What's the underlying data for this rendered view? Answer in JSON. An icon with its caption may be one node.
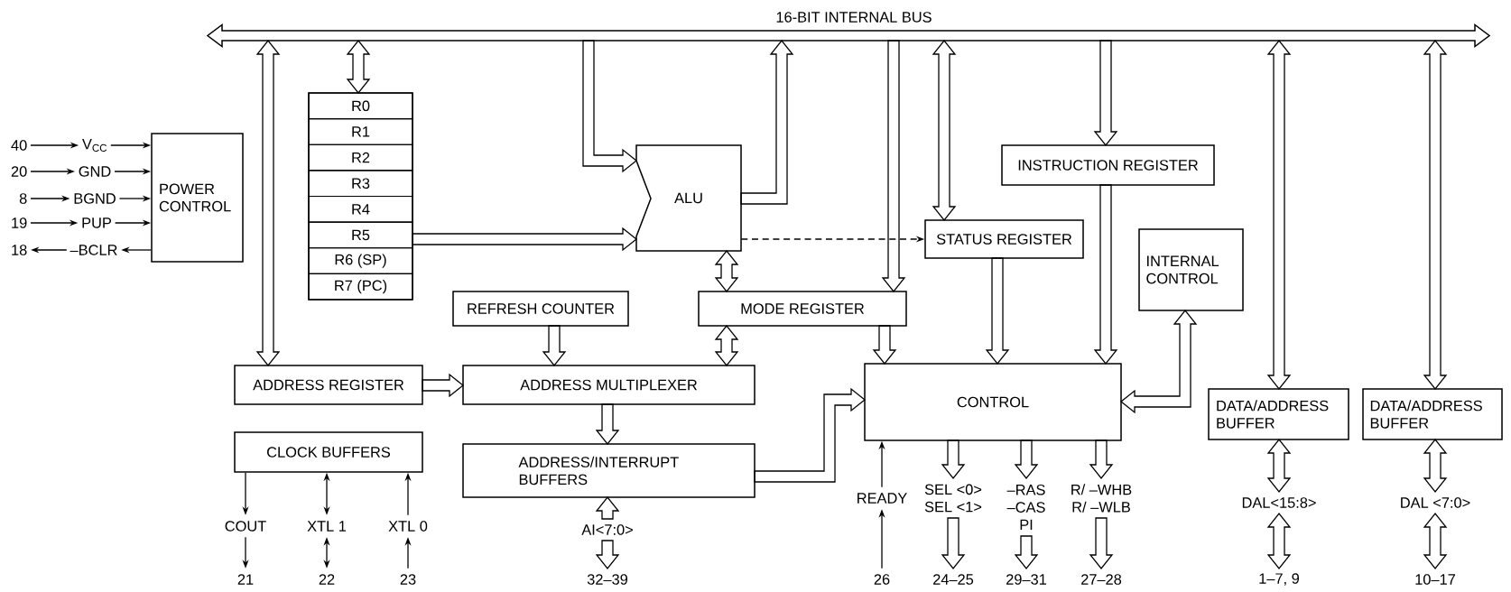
{
  "diagram": {
    "nodes": [
      {
        "text": [
          "16-BIT INTERNAL BUS"
        ]
      },
      {
        "text": [
          "R0",
          "R1",
          "R2",
          "R3",
          "R4",
          "R5",
          "R6 (SP)",
          "R7 (PC)"
        ]
      },
      {
        "text": [
          "POWER CONTROL"
        ]
      },
      {
        "text": [
          "ALU"
        ]
      },
      {
        "text": [
          "INSTRUCTION REGISTER"
        ]
      },
      {
        "text": [
          "STATUS REGISTER"
        ]
      },
      {
        "text": [
          "INTERNAL CONTROL"
        ]
      },
      {
        "text": [
          "REFRESH COUNTER"
        ]
      },
      {
        "text": [
          "MODE REGISTER"
        ]
      },
      {
        "text": [
          "ADDRESS REGISTER"
        ]
      },
      {
        "text": [
          "ADDRESS MULTIPLEXER"
        ]
      },
      {
        "text": [
          "CONTROL"
        ]
      },
      {
        "text": [
          "DATA/ADDRESS BUFFER"
        ]
      },
      {
        "text": [
          "DATA/ADDRESS BUFFER"
        ]
      },
      {
        "text": [
          "CLOCK BUFFERS"
        ]
      },
      {
        "text": [
          "ADDRESS/INTERRUPT BUFFERS"
        ]
      },
      {
        "text": [
          "40"
        ]
      },
      {
        "text": [
          "V$_{CC}$"
        ]
      },
      {
        "text": [
          "20"
        ]
      },
      {
        "text": [
          "GND"
        ]
      },
      {
        "text": [
          "8"
        ]
      },
      {
        "text": [
          "BGND"
        ]
      },
      {
        "text": [
          "19"
        ]
      },
      {
        "text": [
          "PUP"
        ]
      },
      {
        "text": [
          "18"
        ]
      },
      {
        "text": [
          "–BCLR"
        ]
      },
      {
        "text": [
          "COUT"
        ]
      },
      {
        "text": [
          "21"
        ]
      },
      {
        "text": [
          "XTL 1"
        ]
      },
      {
        "text": [
          "22"
        ]
      },
      {
        "text": [
          "XTL 0"
        ]
      },
      {
        "text": [
          "23"
        ]
      },
      {
        "text": [
          "AI<7:0>"
        ]
      },
      {
        "text": [
          "32–39"
        ]
      },
      {
        "text": [
          "READY"
        ]
      },
      {
        "text": [
          "26"
        ]
      },
      {
        "text": [
          "SEL <0>",
          "SEL <1>"
        ]
      },
      {
        "text": [
          "24–25"
        ]
      },
      {
        "text": [
          "–RAS",
          "–CAS",
          "PI"
        ]
      },
      {
        "text": [
          "29–31"
        ]
      },
      {
        "text": [
          "R/ –WHB",
          "R/ –WLB"
        ]
      },
      {
        "text": [
          "27–28"
        ]
      },
      {
        "text": [
          "DAL<15:8>"
        ]
      },
      {
        "text": [
          "1–7, 9"
        ]
      },
      {
        "text": [
          "DAL <7:0>"
        ]
      },
      {
        "text": [
          "10–17"
        ]
      }
    ],
    "edges": [
      {
        "from": 16,
        "to": 17,
        "arrow": "to"
      },
      {
        "from": 17,
        "to": 2,
        "arrow": "to"
      },
      {
        "from": 18,
        "to": 19,
        "arrow": "to"
      },
      {
        "from": 19,
        "to": 2,
        "arrow": "to"
      },
      {
        "from": 20,
        "to": 21,
        "arrow": "to"
      },
      {
        "from": 21,
        "to": 2,
        "arrow": "to"
      },
      {
        "from": 22,
        "to": 23,
        "arrow": "to"
      },
      {
        "from": 23,
        "to": 2,
        "arrow": "to"
      },
      {
        "from": 25,
        "to": 24,
        "arrow": "to"
      },
      {
        "from": 2,
        "to": 25,
        "arrow": "to"
      },
      {
        "from": 0,
        "to": 1,
        "arrow": "both",
        "style": "thick"
      },
      {
        "from": 0,
        "to": 9,
        "arrow": "both",
        "style": "thick"
      },
      {
        "from": 0,
        "to": 3,
        "arrow": "to",
        "style": "thick"
      },
      {
        "from": 1,
        "to": 3,
        "arrow": "to",
        "style": "thick"
      },
      {
        "from": 3,
        "to": 0,
        "arrow": "to",
        "style": "thick"
      },
      {
        "from": 3,
        "to": 8,
        "arrow": "both",
        "style": "thick"
      },
      {
        "from": 3,
        "to": 5,
        "arrow": "to",
        "style": "dashed"
      },
      {
        "from": 0,
        "to": 8,
        "arrow": "to",
        "style": "thick"
      },
      {
        "from": 0,
        "to": 5,
        "arrow": "both",
        "style": "thick"
      },
      {
        "from": 0,
        "to": 4,
        "arrow": "to",
        "style": "thick"
      },
      {
        "from": 4,
        "to": 11,
        "arrow": "to",
        "style": "thick"
      },
      {
        "from": 5,
        "to": 11,
        "arrow": "to",
        "style": "thick"
      },
      {
        "from": 8,
        "to": 11,
        "arrow": "to",
        "style": "thick"
      },
      {
        "from": 6,
        "to": 11,
        "arrow": "both",
        "style": "thick"
      },
      {
        "from": 0,
        "to": 12,
        "arrow": "both",
        "style": "thick"
      },
      {
        "from": 0,
        "to": 13,
        "arrow": "both",
        "style": "thick"
      },
      {
        "from": 7,
        "to": 10,
        "arrow": "to",
        "style": "thick"
      },
      {
        "from": 8,
        "to": 10,
        "arrow": "both",
        "style": "thick"
      },
      {
        "from": 9,
        "to": 10,
        "arrow": "to",
        "style": "thick"
      },
      {
        "from": 10,
        "to": 15,
        "arrow": "to",
        "style": "thick"
      },
      {
        "from": 15,
        "to": 11,
        "arrow": "to",
        "style": "thick"
      },
      {
        "from": 14,
        "to": 26,
        "arrow": "to"
      },
      {
        "from": 26,
        "to": 27,
        "arrow": "to"
      },
      {
        "from": 14,
        "to": 28,
        "arrow": "both"
      },
      {
        "from": 28,
        "to": 29,
        "arrow": "both"
      },
      {
        "from": 30,
        "to": 14,
        "arrow": "to"
      },
      {
        "from": 31,
        "to": 30,
        "arrow": "to"
      },
      {
        "from": 32,
        "to": 15,
        "arrow": "to",
        "style": "thick"
      },
      {
        "from": 32,
        "to": 33,
        "arrow": "to",
        "style": "thick"
      },
      {
        "from": 35,
        "to": 34,
        "arrow": "to"
      },
      {
        "from": 34,
        "to": 11,
        "arrow": "to"
      },
      {
        "from": 11,
        "to": 36,
        "arrow": "to",
        "style": "thick"
      },
      {
        "from": 36,
        "to": 37,
        "arrow": "to",
        "style": "thick"
      },
      {
        "from": 11,
        "to": 38,
        "arrow": "to",
        "style": "thick"
      },
      {
        "from": 38,
        "to": 39,
        "arrow": "to",
        "style": "thick"
      },
      {
        "from": 11,
        "to": 40,
        "arrow": "to",
        "style": "thick"
      },
      {
        "from": 40,
        "to": 41,
        "arrow": "to",
        "style": "thick"
      },
      {
        "from": 12,
        "to": 42,
        "arrow": "both",
        "style": "thick"
      },
      {
        "from": 42,
        "to": 43,
        "arrow": "both",
        "style": "thick"
      },
      {
        "from": 13,
        "to": 44,
        "arrow": "both",
        "style": "thick"
      },
      {
        "from": 44,
        "to": 45,
        "arrow": "both",
        "style": "thick"
      }
    ]
  }
}
